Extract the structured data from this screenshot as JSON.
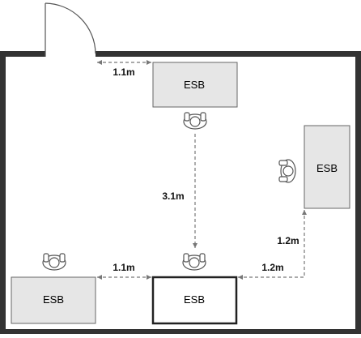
{
  "desks": {
    "top": "ESB",
    "right": "ESB",
    "bottom_left": "ESB",
    "bottom_center": "ESB"
  },
  "dimensions": {
    "door_to_desk": "1.1m",
    "vertical_path": "3.1m",
    "bottom_left_to_center": "1.1m",
    "bottom_center_to_right_corner": "1.2m",
    "right_desk_to_corner": "1.2m"
  },
  "colors": {
    "wall": "#333333",
    "desk_fill": "#e6e6e6",
    "dimension_line": "#777777"
  }
}
